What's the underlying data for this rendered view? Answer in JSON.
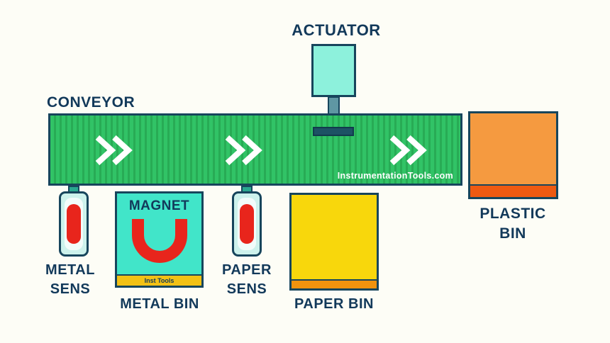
{
  "actuator": {
    "label": "ACTUATOR"
  },
  "conveyor": {
    "label": "CONVEYOR",
    "watermark": "InstrumentationTools.com"
  },
  "sensors": {
    "metal": {
      "line1": "METAL",
      "line2": "SENS"
    },
    "paper": {
      "line1": "PAPER",
      "line2": "SENS"
    }
  },
  "bins": {
    "metal": {
      "magnet_label": "MAGNET",
      "brand": "Inst Tools",
      "label": "METAL BIN"
    },
    "paper": {
      "label": "PAPER BIN"
    },
    "plastic": {
      "line1": "PLASTIC",
      "line2": "BIN"
    }
  },
  "colors": {
    "text_navy": "#12395a",
    "outline_dark": "#17455c",
    "background": "#fdfdf6",
    "conveyor_green": "#31c366",
    "conveyor_stripe": "#28ab55",
    "chevron_white": "#ffffff",
    "actuator_fill": "#8df1dc",
    "actuator_stem": "#5f97a3",
    "actuator_foot": "#1d5264",
    "metal_bin_fill": "#41e5c9",
    "magnet_red": "#e8251c",
    "brand_strip_yellow": "#f2c115",
    "paper_bin_yellow": "#f8d70c",
    "paper_strip_orange": "#f1930e",
    "plastic_orange": "#f59a40",
    "plastic_strip": "#ee5a12",
    "sensor_fill": "#cdf2ec",
    "sensor_indicator_red": "#e8251c"
  }
}
